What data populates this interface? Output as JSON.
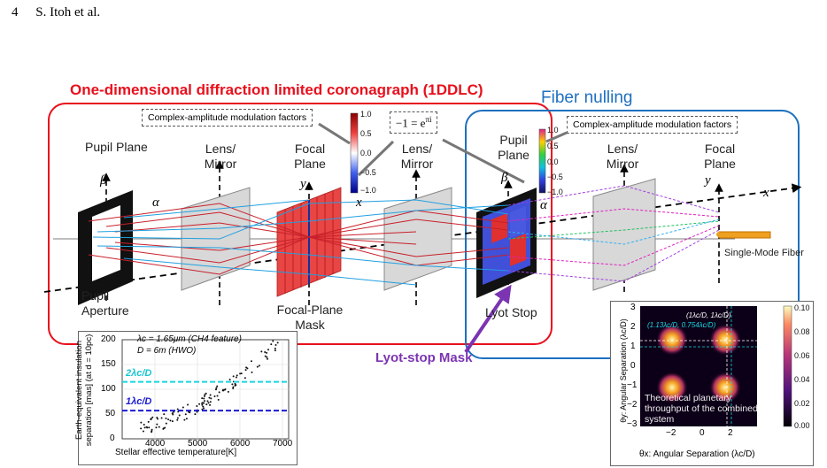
{
  "header": {
    "page_number": "4",
    "authors": "S. Itoh et al."
  },
  "figure": {
    "title_red": "One-dimensional diffraction limited coronagraph (1DDLC)",
    "title_blue": "Fiber nulling",
    "labels": {
      "pupil_plane": "Pupil Plane",
      "pupil_plane_2": "Pupil Plane",
      "lens_mirror_1": "Lens/ Mirror",
      "focal_plane_1": "Focal Plane",
      "lens_mirror_2": "Lens/ Mirror",
      "lens_mirror_3": "Lens/ Mirror",
      "focal_plane_2": "Focal Plane",
      "pupil_aperture": "Pupil Aperture",
      "focal_plane_mask": "Focal-Plane Mask",
      "lyot_stop": "Lyot Stop",
      "single_mode_fiber": "Single-Mode Fiber",
      "lyot_stop_mask": "Lyot-stop Mask",
      "cam_1": "Complex-amplitude modulation factors",
      "cam_2": "Complex-amplitude modulation factors",
      "euler": "−1 = e",
      "euler_sup": "πi",
      "beta": "β",
      "alpha": "α",
      "y": "y",
      "x": "x",
      "beta2": "β",
      "alpha2": "α",
      "y2": "y",
      "x2": "x"
    },
    "colorbar_ticks": [
      "1.0",
      "0.5",
      "0.0",
      "−0.5",
      "−1.0"
    ],
    "colorbar_ticks_2": [
      "1.0",
      "0.5",
      "0.0",
      "−0.5",
      "−1.0"
    ]
  },
  "left_plot": {
    "ylabel": "Earth-equivalent insulation separation [mas] (at d = 10pc)",
    "xlabel": "Stellar effective temperature[K]",
    "annot_1": "λc = 1.65μm (CH4 feature)",
    "annot_2": "D = 6m (HWO)",
    "line_label_2": "2λc/D",
    "line_label_1": "1λc/D",
    "yticks": [
      "0",
      "50",
      "100",
      "150",
      "200"
    ],
    "xticks": [
      "4000",
      "5000",
      "6000",
      "7000"
    ],
    "line_values": [
      115,
      57
    ]
  },
  "right_plot": {
    "ylabel": "θy: Angular Separation (λc/D)",
    "xlabel": "θx: Angular Separation (λc/D)",
    "yticks": [
      "3",
      "2",
      "1",
      "0",
      "−1",
      "−2",
      "−3"
    ],
    "xticks": [
      "−2",
      "0",
      "2"
    ],
    "cbar_ticks": [
      "0.10",
      "0.08",
      "0.06",
      "0.04",
      "0.02",
      "0.00"
    ],
    "annot_white": "(1λc/D, 1λc/D)",
    "annot_cyan": "(1.13λc/D, 0.754λc/D)",
    "caption": "Theoretical planetary throughput of the combined system"
  },
  "colors": {
    "red": "#e8101c",
    "blue": "#1d70c0",
    "purple": "#7b34b2",
    "cyan": "#17d6e0",
    "navy": "#1a1ad0"
  }
}
